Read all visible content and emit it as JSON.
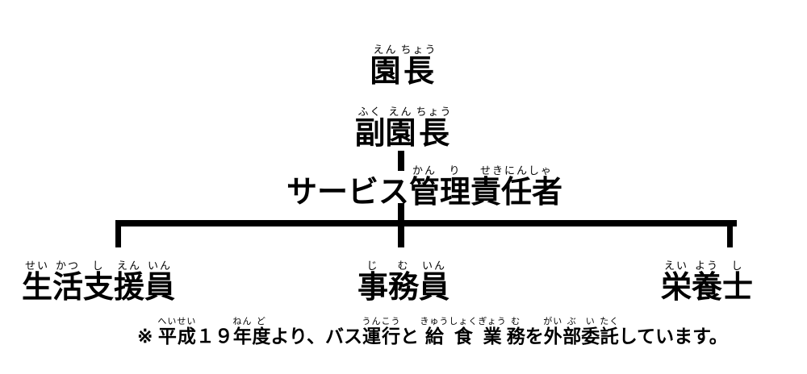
{
  "org_chart": {
    "background": "#ffffff",
    "text_color": "#000000",
    "line_color": "#000000",
    "nodes": {
      "director": {
        "label": "園長",
        "reading": "えんちょう",
        "segments": [
          {
            "t": "園",
            "r": "えん"
          },
          {
            "t": "長",
            "r": "ちょう"
          }
        ]
      },
      "deputy_director": {
        "label": "副園長",
        "reading": "ふくえんちょう",
        "segments": [
          {
            "t": "副",
            "r": "ふく"
          },
          {
            "t": "園",
            "r": "えん"
          },
          {
            "t": "長",
            "r": "ちょう"
          }
        ]
      },
      "service_manager": {
        "label": "サービス管理責任者",
        "reading": "かんりせきにんしゃ",
        "segments": [
          {
            "t": "サービス",
            "r": ""
          },
          {
            "t": "管",
            "r": "かん"
          },
          {
            "t": "理",
            "r": "り"
          },
          {
            "t": "責任者",
            "r": "せきにんしゃ"
          }
        ]
      },
      "life_support_staff": {
        "label": "生活支援員",
        "reading": "せいかつしえんいん",
        "segments": [
          {
            "t": "生",
            "r": "せい"
          },
          {
            "t": "活",
            "r": "かつ"
          },
          {
            "t": "支",
            "r": "し"
          },
          {
            "t": "援",
            "r": "えん"
          },
          {
            "t": "員",
            "r": "いん"
          }
        ]
      },
      "office_staff": {
        "label": "事務員",
        "reading": "じむいん",
        "segments": [
          {
            "t": "事",
            "r": "じ"
          },
          {
            "t": "務",
            "r": "む"
          },
          {
            "t": "員",
            "r": "いん"
          }
        ]
      },
      "nutritionist": {
        "label": "栄養士",
        "reading": "えいようし",
        "segments": [
          {
            "t": "栄",
            "r": "えい"
          },
          {
            "t": "養",
            "r": "よう"
          },
          {
            "t": "士",
            "r": "し"
          }
        ]
      }
    },
    "note": {
      "text": "※ 平成１９年度より、バス運行と 給 食 業 務を外部委託しています。",
      "readings": "へいせい ねんど うんこう きゅうしょくぎょうむ がいぶいたく",
      "segments": [
        {
          "t": "※ ",
          "r": ""
        },
        {
          "t": "平",
          "r": "へい"
        },
        {
          "t": "成",
          "r": "せい"
        },
        {
          "t": "１９",
          "r": ""
        },
        {
          "t": "年",
          "r": "ねん"
        },
        {
          "t": "度",
          "r": "ど"
        },
        {
          "t": "より、バス",
          "r": ""
        },
        {
          "t": "運",
          "r": "うん"
        },
        {
          "t": "行",
          "r": "こう"
        },
        {
          "t": "と ",
          "r": ""
        },
        {
          "t": "給",
          "r": "きゅう"
        },
        {
          "t": "食",
          "r": "しょく"
        },
        {
          "t": "業",
          "r": "ぎょう"
        },
        {
          "t": "務",
          "r": "む"
        },
        {
          "t": "を",
          "r": ""
        },
        {
          "t": "外",
          "r": "がい"
        },
        {
          "t": "部",
          "r": "ぶ"
        },
        {
          "t": "委",
          "r": "い"
        },
        {
          "t": "託",
          "r": "たく"
        },
        {
          "t": "しています。",
          "r": ""
        }
      ]
    }
  }
}
